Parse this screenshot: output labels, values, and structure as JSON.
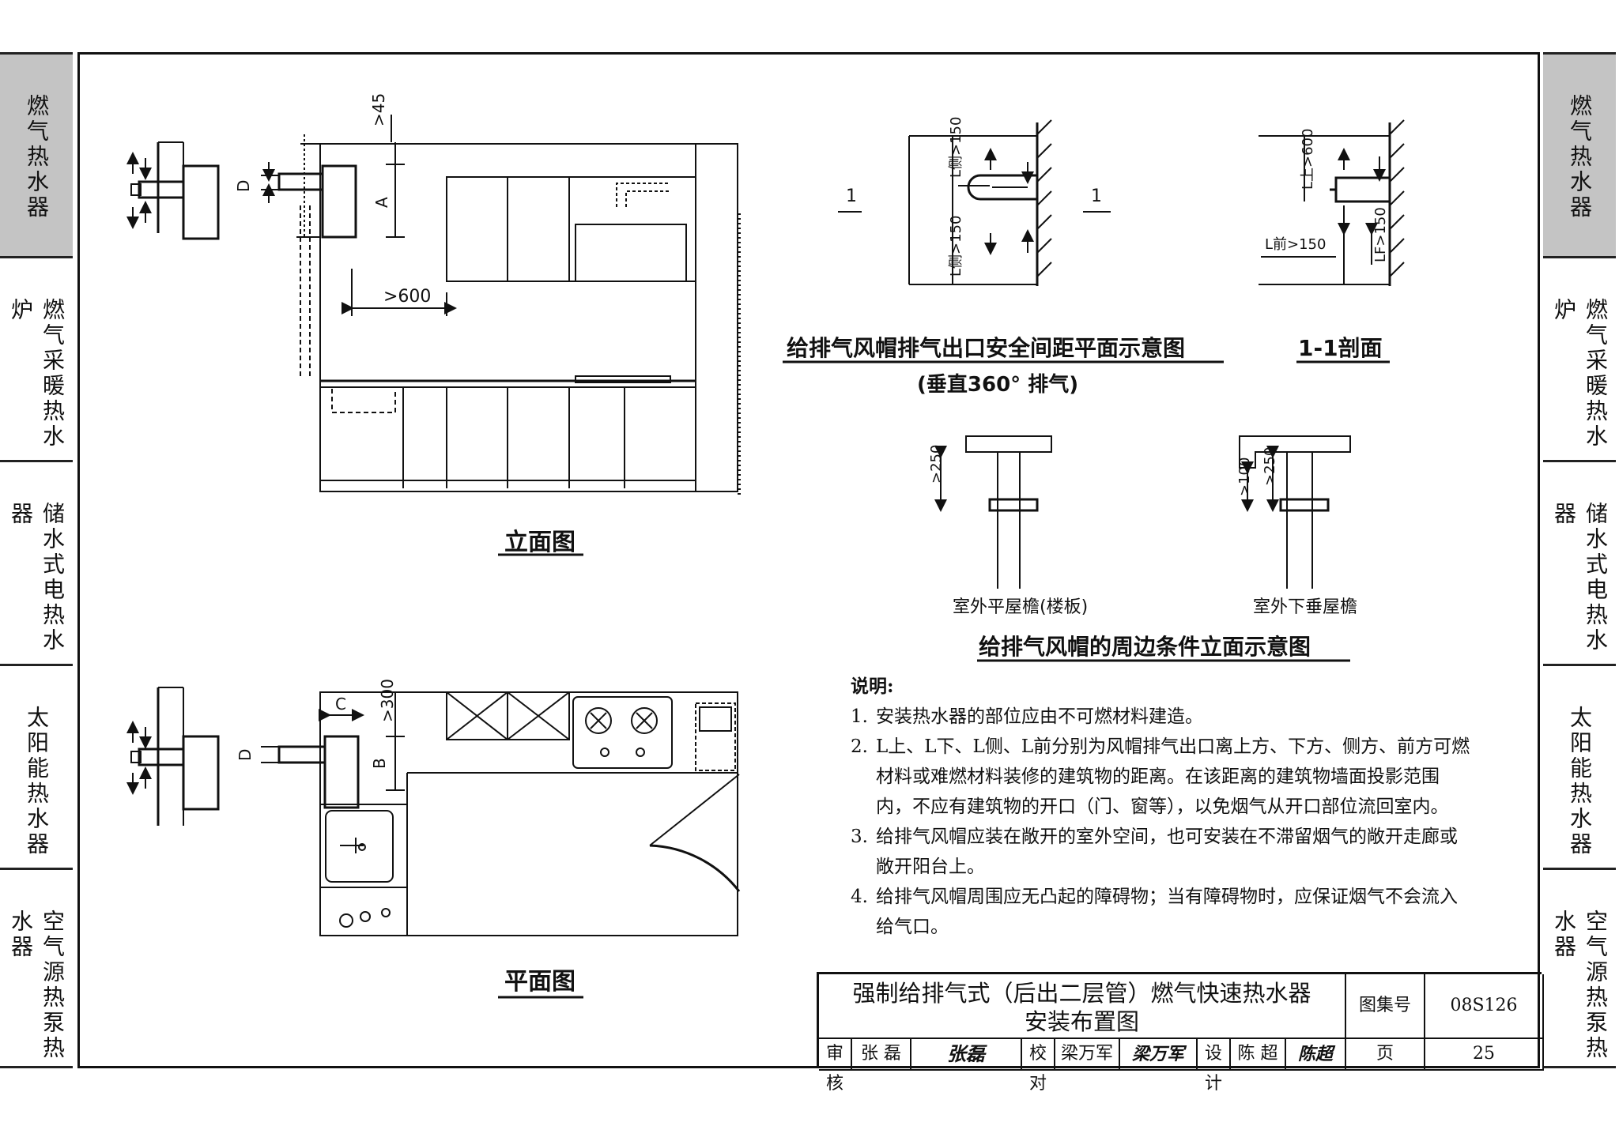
{
  "side_tabs": [
    {
      "label": "燃气热水器",
      "active": true
    },
    {
      "label": "燃气采暖热水炉",
      "active": false
    },
    {
      "label": "储水式电热水器",
      "active": false
    },
    {
      "label": "太阳能热水器",
      "active": false
    },
    {
      "label": "空气源热泵热水器",
      "active": false
    }
  ],
  "elevation": {
    "title": "立面图",
    "dim_top": ">45",
    "dim_a": "A",
    "dim_d": "D",
    "dim_600": ">600"
  },
  "plan": {
    "title": "平面图",
    "dim_c": "C",
    "dim_300": ">300",
    "dim_b": "B",
    "dim_d": "D"
  },
  "safety_plan": {
    "title": "给排气风帽排气出口安全间距平面示意图",
    "subtitle": "(垂直360° 排气)",
    "section_mark": "1",
    "dim_side_top": "L侧>150",
    "dim_side_bottom": "L侧>150"
  },
  "section_1_1": {
    "title": "1-1剖面",
    "dim_top": "L上>600",
    "dim_front": "L前>150",
    "dim_bottom": "LF>150"
  },
  "surroundings": {
    "title": "给排气风帽的周边条件立面示意图",
    "left_caption": "室外平屋檐(楼板)",
    "right_caption": "室外下垂屋檐",
    "dim_250": ">250",
    "dim_100": ">100"
  },
  "notes": {
    "heading": "说明:",
    "items": [
      {
        "num": "1.",
        "text": "安装热水器的部位应由不可燃材料建造。"
      },
      {
        "num": "2.",
        "text": "L上、L下、L侧、L前分别为风帽排气出口离上方、下方、侧方、前方可燃材料或难燃材料装修的建筑物的距离。在该距离的建筑物墙面投影范围内，不应有建筑物的开口（门、窗等），以免烟气从开口部位流回室内。"
      },
      {
        "num": "3.",
        "text": "给排气风帽应装在敞开的室外空间，也可安装在不滞留烟气的敞开走廊或敞开阳台上。"
      },
      {
        "num": "4.",
        "text": "给排气风帽周围应无凸起的障碍物；当有障碍物时，应保证烟气不会流入给气口。"
      }
    ]
  },
  "title_block": {
    "title_line1": "强制给排气式（后出二层管）燃气快速热水器",
    "title_line2": "安装布置图",
    "atlas_label": "图集号",
    "atlas_no": "08S126",
    "review_label": "审核",
    "review_name": "张 磊",
    "review_sig": "张磊",
    "check_label": "校对",
    "check_name": "梁万军",
    "check_sig": "梁万军",
    "design_label": "设计",
    "design_name": "陈 超",
    "design_sig": "陈超",
    "page_label": "页",
    "page_no": "25"
  }
}
